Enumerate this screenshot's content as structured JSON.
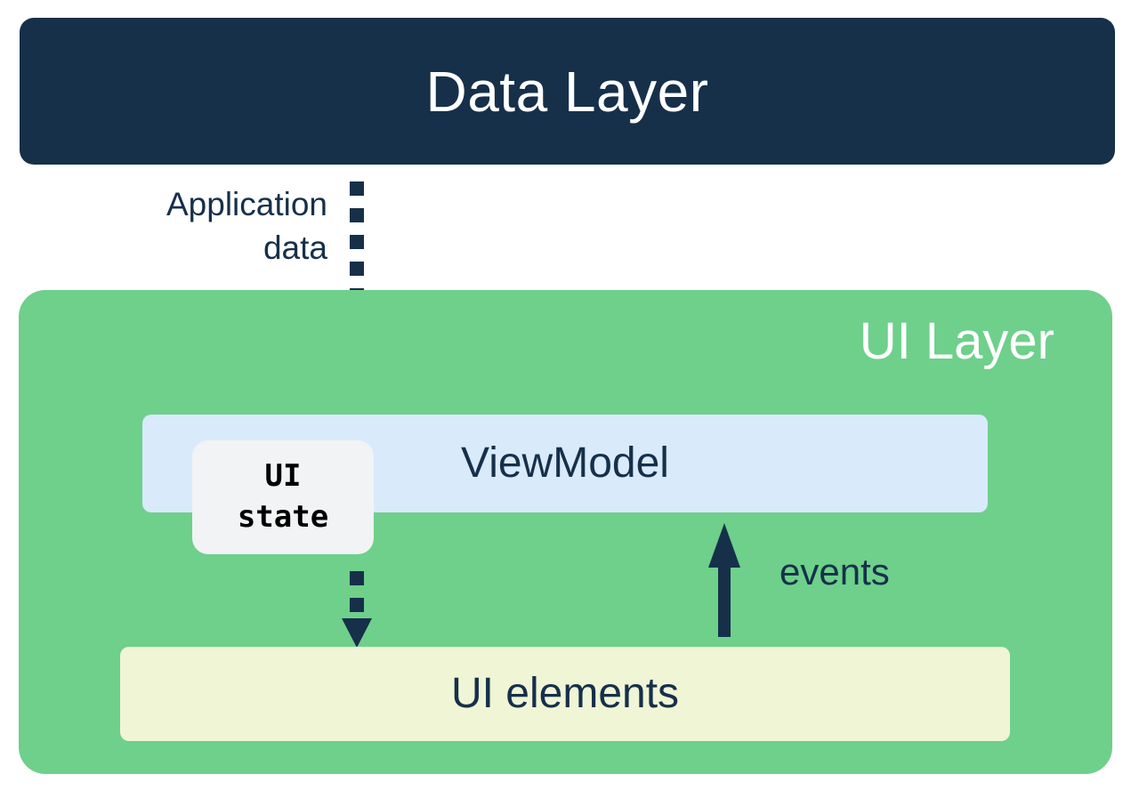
{
  "diagram": {
    "title_box": {
      "label": "Data Layer",
      "fill": "#16304a",
      "text_color": "#ffffff"
    },
    "ui_layer": {
      "label": "UI Layer",
      "fill": "#6ed08b",
      "text_color": "#ffffff"
    },
    "viewmodel": {
      "label": "ViewModel",
      "fill": "#d9eafb",
      "text_color": "#16304a"
    },
    "ui_state_chip": {
      "line1": "UI",
      "line2": "state",
      "fill": "#f1f3f4",
      "text_color": "#000000"
    },
    "ui_elements": {
      "label": "UI elements",
      "fill": "#eff5d5",
      "text_color": "#16304a"
    },
    "connectors": [
      {
        "name": "application-data",
        "label_line1": "Application",
        "label_line2": "data",
        "style": "dotted",
        "direction": "down",
        "from": "Data Layer",
        "to": "ViewModel",
        "color": "#16304a"
      },
      {
        "name": "ui-state",
        "label_line1": "",
        "label_line2": "",
        "style": "dotted",
        "direction": "down",
        "from": "ViewModel",
        "to": "UI elements",
        "color": "#16304a"
      },
      {
        "name": "events",
        "label_line1": "events",
        "label_line2": "",
        "style": "solid",
        "direction": "up",
        "from": "UI elements",
        "to": "ViewModel",
        "color": "#16304a"
      }
    ]
  }
}
